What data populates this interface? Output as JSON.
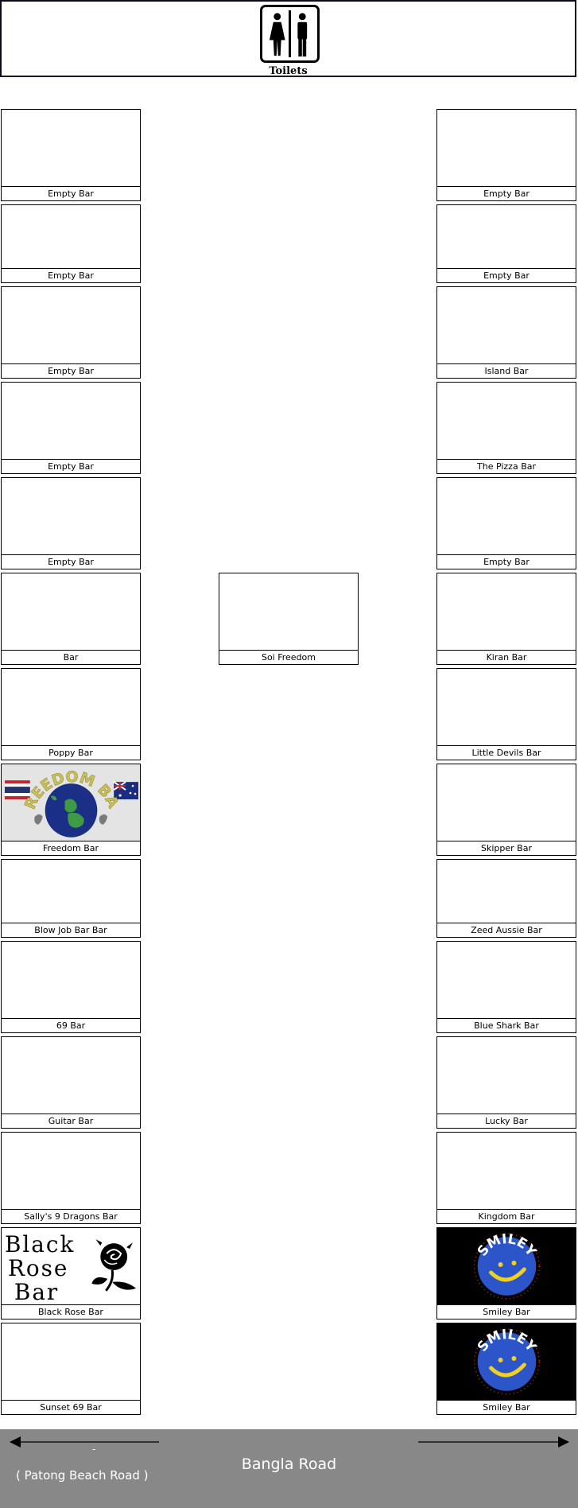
{
  "header": {
    "toilets_label": "Toilets"
  },
  "left_bars": [
    {
      "label": "Empty Bar"
    },
    {
      "label": "Empty Bar"
    },
    {
      "label": "Empty Bar"
    },
    {
      "label": "Empty Bar"
    },
    {
      "label": "Empty Bar"
    },
    {
      "label": "Bar"
    },
    {
      "label": "Poppy Bar"
    },
    {
      "label": "Freedom Bar"
    },
    {
      "label": "Blow Job Bar Bar"
    },
    {
      "label": "69 Bar"
    },
    {
      "label": "Guitar Bar"
    },
    {
      "label": "Sally's 9 Dragons Bar"
    },
    {
      "label": "Black Rose Bar"
    },
    {
      "label": "Sunset 69 Bar"
    }
  ],
  "right_bars": [
    {
      "label": "Empty Bar"
    },
    {
      "label": "Empty Bar"
    },
    {
      "label": "Island Bar"
    },
    {
      "label": "The Pizza Bar"
    },
    {
      "label": "Empty Bar"
    },
    {
      "label": "Kiran Bar"
    },
    {
      "label": "Little Devils Bar"
    },
    {
      "label": "Skipper Bar"
    },
    {
      "label": "Zeed Aussie Bar"
    },
    {
      "label": "Blue Shark Bar"
    },
    {
      "label": "Lucky Bar"
    },
    {
      "label": "Kingdom Bar"
    },
    {
      "label": "Smiley Bar"
    },
    {
      "label": "Smiley Bar"
    }
  ],
  "center": {
    "label": "Soi Freedom"
  },
  "logos": {
    "freedom_bar_text": "FREEDOM BAR",
    "black_rose_lines": [
      "Black",
      "Rose",
      "Bar"
    ],
    "smiley_text": "SMILEY"
  },
  "road": {
    "title": "Bangla Road",
    "dash": "-",
    "subtitle": "( Patong Beach Road )"
  },
  "colors": {
    "road_bg": "#888888",
    "smiley_blue": "#2b55c8",
    "smiley_yellow": "#f0d020"
  }
}
